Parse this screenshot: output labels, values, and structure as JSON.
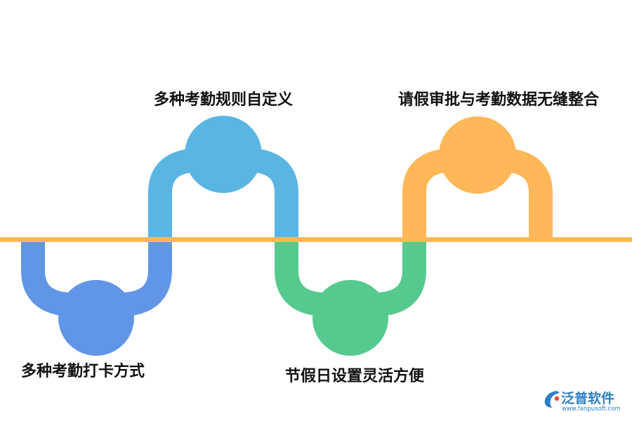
{
  "diagram": {
    "nodes": [
      {
        "label": "多种考勤打卡方式",
        "color": "#6196e6"
      },
      {
        "label": "多种考勤规则自定义",
        "color": "#5bb5e3"
      },
      {
        "label": "节假日设置灵活方便",
        "color": "#55c98e"
      },
      {
        "label": "请假审批与考勤数据无缝整合",
        "color": "#ffb757"
      }
    ],
    "axis_color": "#ffb757"
  },
  "watermark": {
    "name": "泛普软件",
    "url": "www.fanpusoft.com",
    "color": "#2c7fc6",
    "accent": "#e8473e"
  }
}
